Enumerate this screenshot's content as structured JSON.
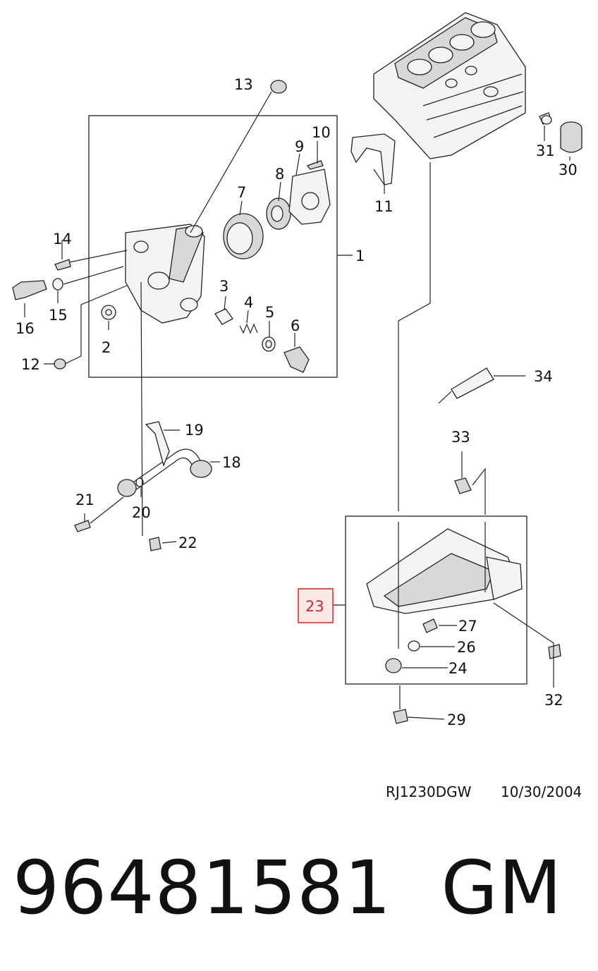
{
  "callouts": {
    "c1": "1",
    "c2": "2",
    "c3": "3",
    "c4": "4",
    "c5": "5",
    "c6": "6",
    "c7": "7",
    "c8": "8",
    "c9": "9",
    "c10": "10",
    "c11": "11",
    "c12": "12",
    "c13": "13",
    "c14": "14",
    "c15": "15",
    "c16": "16",
    "c18": "18",
    "c19": "19",
    "c20": "20",
    "c21": "21",
    "c22": "22",
    "c23": "23",
    "c24": "24",
    "c26": "26",
    "c27": "27",
    "c29": "29",
    "c30": "30",
    "c31": "31",
    "c32": "32",
    "c33": "33",
    "c34": "34"
  },
  "reference": {
    "drawing_code": "RJ1230DGW",
    "date": "10/30/2004"
  },
  "part": {
    "number": "96481581",
    "brand": "GM"
  },
  "colors": {
    "highlight_border": "#d33333",
    "highlight_fill": "#fde8e8",
    "line": "#222222"
  }
}
